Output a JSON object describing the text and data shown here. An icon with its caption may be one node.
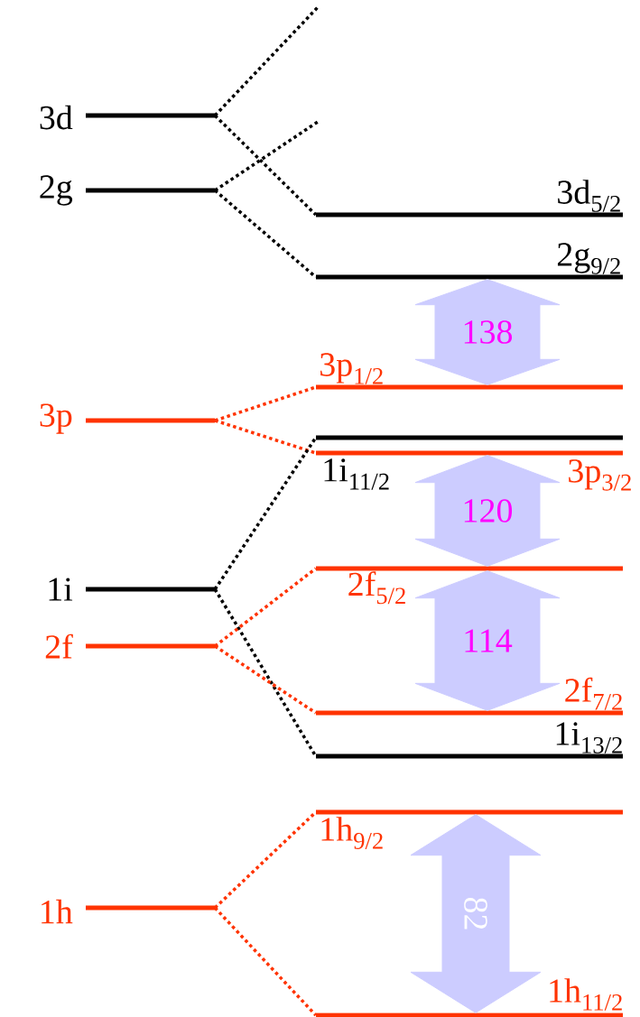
{
  "diagram": {
    "nodes": [
      {
        "text": [
          "3d"
        ]
      },
      {
        "text": [
          "2g"
        ]
      },
      {
        "text": [
          "3p"
        ]
      },
      {
        "text": [
          "1i"
        ]
      },
      {
        "text": [
          "2f"
        ]
      },
      {
        "text": [
          "1h"
        ]
      },
      {
        "text": [
          "3d$_{5/2}$"
        ]
      },
      {
        "text": [
          "2g$_{9/2}$"
        ]
      },
      {
        "text": [
          "3p$_{1/2}$"
        ]
      },
      {
        "text": [
          "1i$_{11/2}$"
        ]
      },
      {
        "text": [
          "3p$_{3/2}$"
        ]
      },
      {
        "text": [
          "2f$_{5/2}$"
        ]
      },
      {
        "text": [
          "2f$_{7/2}$"
        ]
      },
      {
        "text": [
          "1i$_{13/2}$"
        ]
      },
      {
        "text": [
          "1h$_{9/2}$"
        ]
      },
      {
        "text": [
          "1h$_{11/2}$"
        ]
      }
    ],
    "edges": [
      {
        "from": 0,
        "to": null,
        "arrow": "none",
        "style": "dashed"
      },
      {
        "from": 0,
        "to": 6,
        "arrow": "none",
        "style": "dashed"
      },
      {
        "from": 1,
        "to": null,
        "arrow": "none",
        "style": "dashed"
      },
      {
        "from": 1,
        "to": 7,
        "arrow": "none",
        "style": "dashed"
      },
      {
        "from": 2,
        "to": 8,
        "arrow": "none",
        "style": "dashed",
        "color": "#ff3300"
      },
      {
        "from": 2,
        "to": 10,
        "arrow": "none",
        "style": "dashed",
        "color": "#ff3300"
      },
      {
        "from": 3,
        "to": 9,
        "arrow": "none",
        "style": "dashed"
      },
      {
        "from": 3,
        "to": 13,
        "arrow": "none",
        "style": "dashed"
      },
      {
        "from": 4,
        "to": 11,
        "arrow": "none",
        "style": "dashed",
        "color": "#ff3300"
      },
      {
        "from": 4,
        "to": 12,
        "arrow": "none",
        "style": "dashed",
        "color": "#ff3300"
      },
      {
        "from": 5,
        "to": 14,
        "arrow": "none",
        "style": "dashed",
        "color": "#ff3300"
      },
      {
        "from": 5,
        "to": 15,
        "arrow": "none",
        "style": "dashed",
        "color": "#ff3300"
      },
      {
        "from": 7,
        "to": 8,
        "arrow": "both",
        "label": "138",
        "style": "thick",
        "color": "#ccccff"
      },
      {
        "from": 10,
        "to": 11,
        "arrow": "both",
        "label": "120",
        "style": "thick",
        "color": "#ccccff"
      },
      {
        "from": 11,
        "to": 12,
        "arrow": "both",
        "label": "114",
        "style": "thick",
        "color": "#ccccff"
      },
      {
        "from": 14,
        "to": 15,
        "arrow": "both",
        "label": "82",
        "style": "thick",
        "color": "#ccccff"
      }
    ]
  }
}
